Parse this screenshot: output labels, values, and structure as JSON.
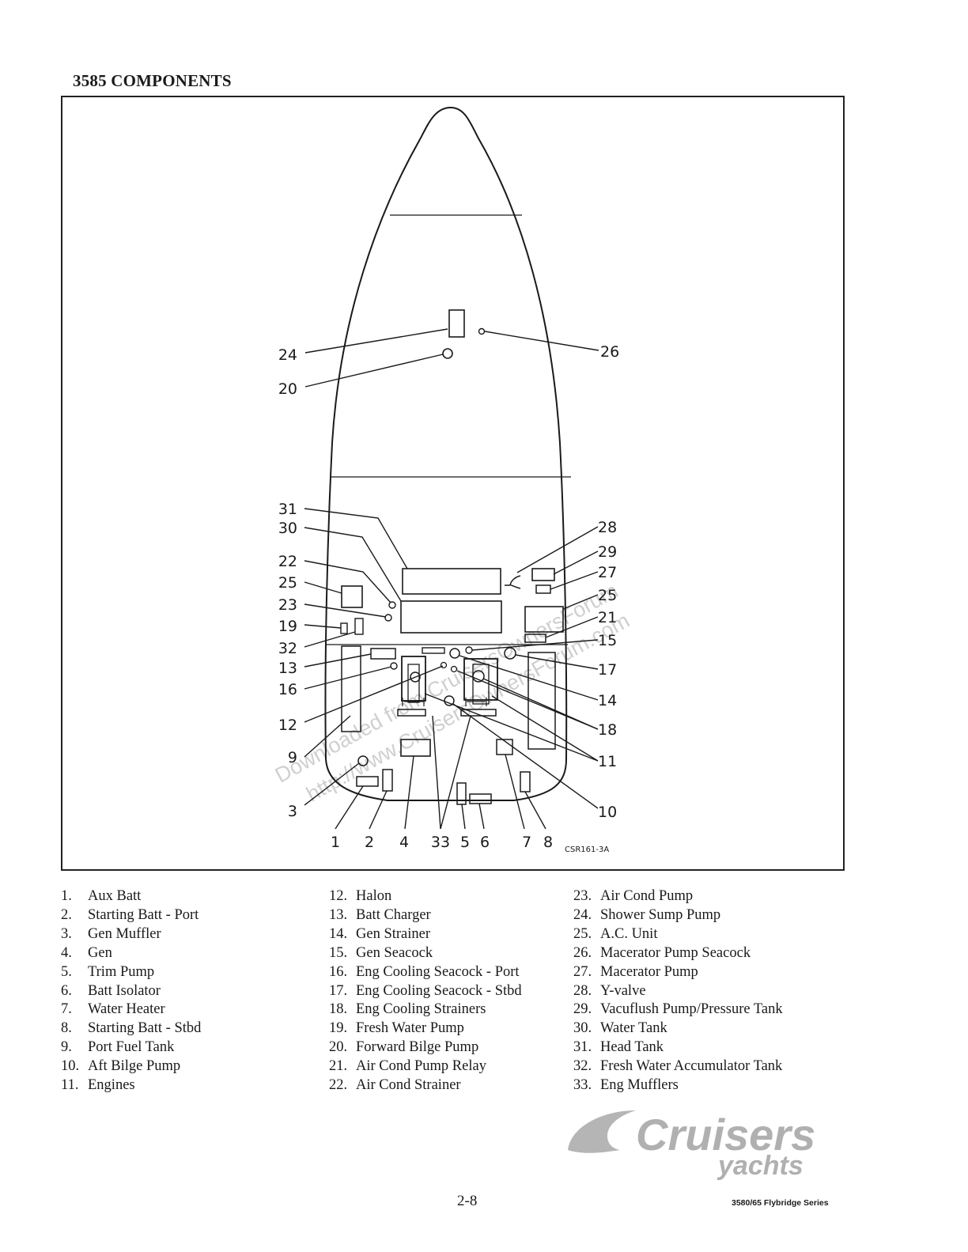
{
  "title": "3585 COMPONENTS",
  "figure_code": "CSR161-3A",
  "watermark": {
    "line1": "Downloaded from CruisersOwnersForum",
    "line2": "http://www.CruisersOwnersForum.com"
  },
  "callouts_left": [
    "24",
    "20",
    "31",
    "30",
    "22",
    "25",
    "23",
    "19",
    "32",
    "13",
    "16",
    "12",
    "9",
    "3"
  ],
  "callouts_right": [
    "26",
    "28",
    "29",
    "27",
    "25",
    "21",
    "15",
    "17",
    "14",
    "18",
    "11",
    "10"
  ],
  "callouts_bottom": [
    "1",
    "2",
    "4",
    "33",
    "5",
    "6",
    "7",
    "8"
  ],
  "legend": {
    "col1": [
      {
        "num": "1.",
        "label": "Aux Batt"
      },
      {
        "num": "2.",
        "label": "Starting Batt - Port"
      },
      {
        "num": "3.",
        "label": "Gen Muffler"
      },
      {
        "num": "4.",
        "label": "Gen"
      },
      {
        "num": "5.",
        "label": "Trim Pump"
      },
      {
        "num": "6.",
        "label": "Batt Isolator"
      },
      {
        "num": "7.",
        "label": "Water Heater"
      },
      {
        "num": "8.",
        "label": "Starting Batt - Stbd"
      },
      {
        "num": "9.",
        "label": "Port Fuel Tank"
      },
      {
        "num": "10.",
        "label": "Aft Bilge Pump"
      },
      {
        "num": "11.",
        "label": "Engines"
      }
    ],
    "col2": [
      {
        "num": "12.",
        "label": "Halon"
      },
      {
        "num": "13.",
        "label": "Batt Charger"
      },
      {
        "num": "14.",
        "label": "Gen Strainer"
      },
      {
        "num": "15.",
        "label": "Gen Seacock"
      },
      {
        "num": "16.",
        "label": "Eng Cooling Seacock - Port"
      },
      {
        "num": "17.",
        "label": "Eng Cooling Seacock - Stbd"
      },
      {
        "num": "18.",
        "label": "Eng Cooling Strainers"
      },
      {
        "num": "19.",
        "label": "Fresh Water Pump"
      },
      {
        "num": "20.",
        "label": "Forward Bilge Pump"
      },
      {
        "num": "21.",
        "label": "Air Cond Pump Relay"
      },
      {
        "num": "22.",
        "label": "Air Cond Strainer"
      }
    ],
    "col3": [
      {
        "num": "23.",
        "label": "Air Cond Pump"
      },
      {
        "num": "24.",
        "label": "Shower Sump Pump"
      },
      {
        "num": "25.",
        "label": "A.C. Unit"
      },
      {
        "num": "26.",
        "label": "Macerator Pump Seacock"
      },
      {
        "num": "27.",
        "label": "Macerator Pump"
      },
      {
        "num": "28.",
        "label": "Y-valve"
      },
      {
        "num": "29.",
        "label": "Vacuflush Pump/Pressure Tank"
      },
      {
        "num": "30.",
        "label": "Water Tank"
      },
      {
        "num": "31.",
        "label": "Head Tank"
      },
      {
        "num": "32.",
        "label": "Fresh Water Accumulator Tank"
      },
      {
        "num": "33.",
        "label": "Eng Mufflers"
      }
    ]
  },
  "brand": {
    "name": "Cruisers",
    "sub": "yachts"
  },
  "page_number": "2-8",
  "series": "3580/65 Flybridge Series"
}
